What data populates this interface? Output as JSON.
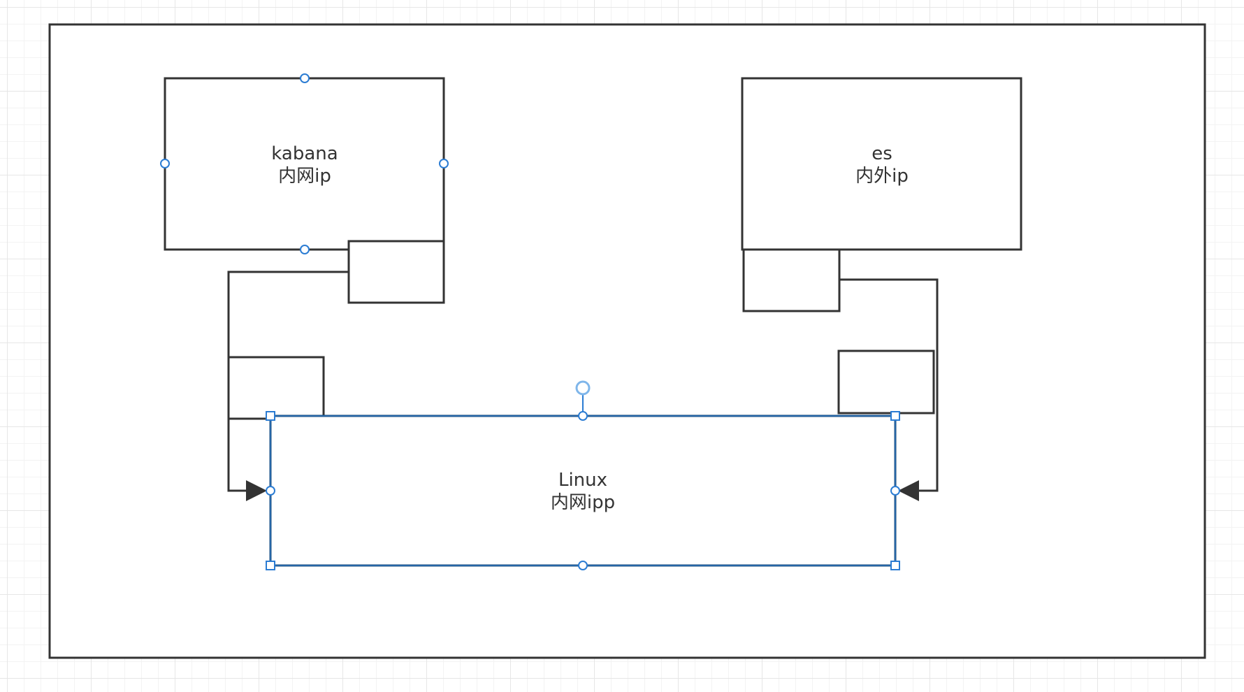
{
  "diagram": {
    "nodes": [
      {
        "id": "kabana",
        "lines": [
          "kabana",
          "内网ip"
        ]
      },
      {
        "id": "es",
        "lines": [
          "es",
          "内外ip"
        ]
      },
      {
        "id": "linux",
        "lines": [
          "Linux",
          "内网ipp"
        ]
      }
    ],
    "edges": [
      {
        "from": "kabana",
        "to": "linux"
      },
      {
        "from": "es",
        "to": "linux"
      }
    ],
    "selected": "linux",
    "colors": {
      "stroke": "#333333",
      "selection": "#2b7cd3",
      "selection_dark": "#1f4e79",
      "grid": "#e6e6e6"
    }
  }
}
